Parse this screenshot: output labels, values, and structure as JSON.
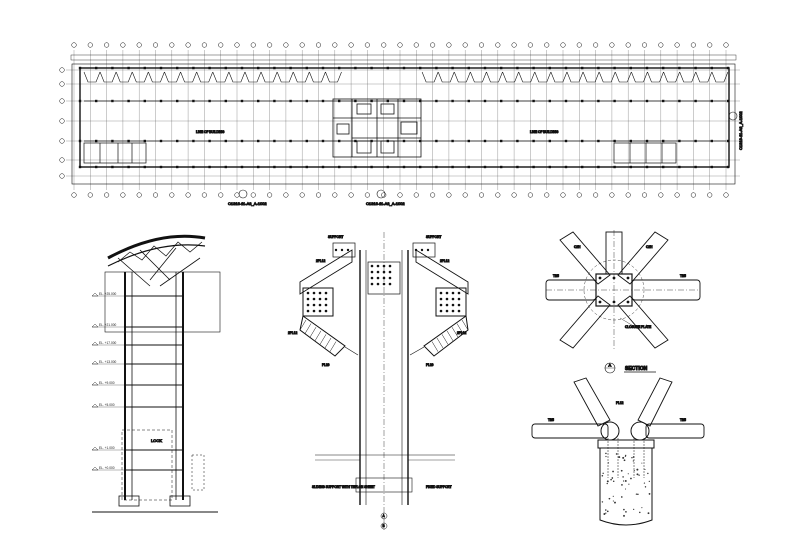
{
  "sheet": {
    "title": "Structural drawing sheet",
    "background": "#ffffff",
    "ink": "#111111"
  },
  "plan": {
    "callout_bottom_left": "C1316-11-A3_A-1002",
    "callout_bottom_center": "C1316-11-A3_A-1002",
    "callout_right": "C1316-11-A3_A-1002",
    "area_left": "LINE OF BUILDING",
    "area_right": "LINE OF BUILDING"
  },
  "elevation": {
    "levels": [
      "EL. +25.000",
      "EL. +21.000",
      "EL. +17.000",
      "EL. +13.000",
      "EL. +9.000",
      "EL. +5.000",
      "EL. +1.000",
      "EL. +0.000"
    ],
    "note": "LOCK"
  },
  "connection": {
    "top_left_note": "SUPPORT",
    "top_right_note": "SUPPORT",
    "labels": [
      "2PL12",
      "2PL12",
      "2PL12",
      "2PL12",
      "PL20",
      "PL20"
    ],
    "bottom_left_note": "SLIDING SUPPORT WITH TEFLON SHEET",
    "bottom_right_note": "FIXED SUPPORT",
    "grid_marks": [
      "A",
      "B"
    ]
  },
  "detail": {
    "top_labels": [
      "TB5",
      "TB5",
      "C2H",
      "C2H"
    ],
    "plate_note": "CLOSURE PLATE",
    "section_marker": "A",
    "section_title": "SECTION",
    "lower_labels": [
      "TB5",
      "TB5",
      "PL12"
    ]
  }
}
